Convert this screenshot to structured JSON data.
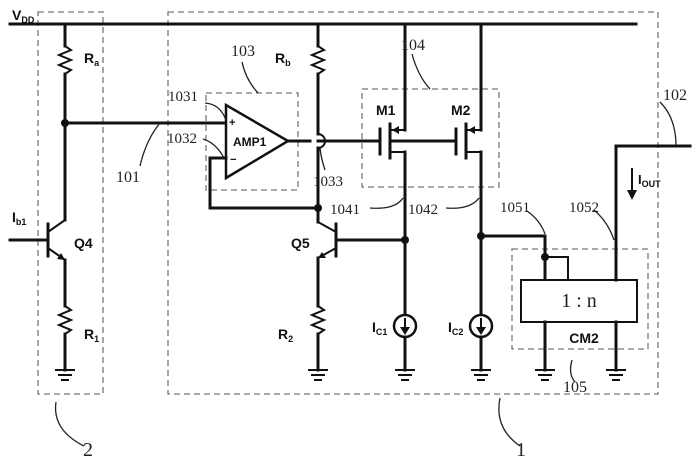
{
  "labels": {
    "vdd": "V",
    "vdd_sub": "DD",
    "ra": "R",
    "ra_sub": "a",
    "rb": "R",
    "rb_sub": "b",
    "r1": "R",
    "r1_sub": "1",
    "r2": "R",
    "r2_sub": "2",
    "ib1": "I",
    "ib1_sub": "b1",
    "q4": "Q4",
    "q5": "Q5",
    "amp1": "AMP1",
    "plus": "+",
    "minus": "−",
    "m1": "M1",
    "m2": "M2",
    "ic1": "I",
    "ic1_sub": "C1",
    "ic2": "I",
    "ic2_sub": "C2",
    "iout": "I",
    "iout_sub": "OUT",
    "ratio": "1 : n",
    "cm2": "CM2"
  },
  "refs": {
    "r101": "101",
    "r102": "102",
    "r103": "103",
    "r104": "104",
    "r105": "105",
    "r1031": "1031",
    "r1032": "1032",
    "r1033": "1033",
    "r1041": "1041",
    "r1042": "1042",
    "r1051": "1051",
    "r1052": "1052",
    "block1": "1",
    "block2": "2"
  }
}
